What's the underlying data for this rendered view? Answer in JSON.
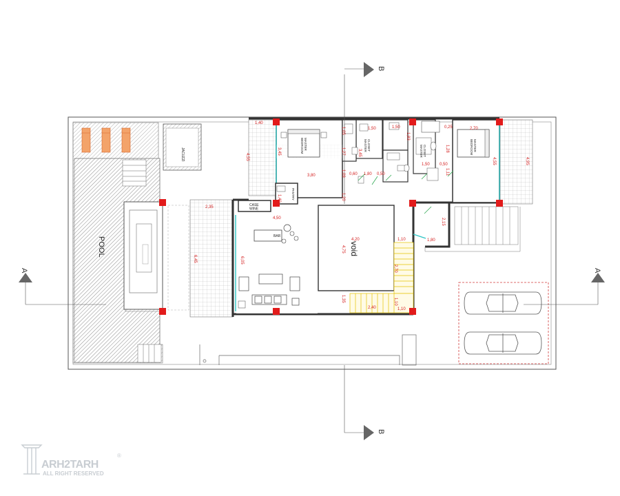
{
  "rooms": {
    "pool": "POOL",
    "jacuzzi": "JACUZZI",
    "void": "void",
    "bar": "BAR",
    "wine_case": "CASE\nWINE",
    "pantry": "PANTRY",
    "master_bedroom_1": "MASTER\nBEDROOM",
    "master_bedroom_2": "MASTER\nBEDROOM",
    "closet": "CLOSET\nMASTER",
    "closet_2": "CLOSET\nMASTER"
  },
  "section_marks": {
    "top": "B",
    "bottom": "B",
    "left": "A",
    "right": "A"
  },
  "dimensions": [
    "1,40",
    "4,55",
    "3,45",
    "3,80",
    "1,05",
    "1,27",
    "1,50",
    "3,45",
    "1,80",
    "0,60",
    "0,50",
    "1,09",
    "1,83",
    "1,50",
    "2,70",
    "1,28",
    "0,25",
    "1,50",
    "0,50",
    "1,11",
    "4,55",
    "4,95",
    "1,40",
    "2,35",
    "4,50",
    "1,20",
    "2,15",
    "1,80",
    "1,10",
    "4,20",
    "4,75",
    "6,05",
    "6,45",
    "2,70",
    "1,35",
    "2,40",
    "1,10",
    "1,10"
  ],
  "watermark": {
    "brand": "ARH2TARH",
    "rights": "ALL RIGHT RESERVED",
    "registered": "®"
  },
  "colors": {
    "wall": "#333333",
    "column": "#e21b1b",
    "dimension_text": "#d42020",
    "glazing": "#2fc4c4",
    "stair": "#ffe14a",
    "parking_border": "#d23a3a"
  }
}
